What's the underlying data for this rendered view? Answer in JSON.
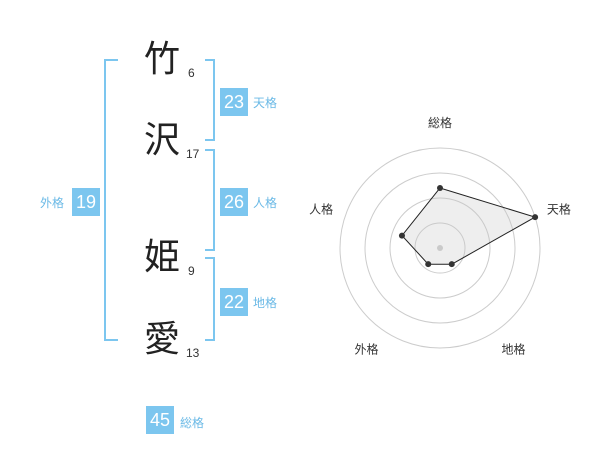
{
  "name": {
    "chars": [
      {
        "char": "竹",
        "strokes": "6"
      },
      {
        "char": "沢",
        "strokes": "17"
      },
      {
        "char": "姫",
        "strokes": "9"
      },
      {
        "char": "愛",
        "strokes": "13"
      }
    ]
  },
  "kaku": {
    "tenkaku": {
      "value": "23",
      "label": "天格"
    },
    "jinkaku": {
      "value": "26",
      "label": "人格"
    },
    "chikaku": {
      "value": "22",
      "label": "地格"
    },
    "gaikaku": {
      "value": "19",
      "label": "外格"
    },
    "soukaku": {
      "value": "45",
      "label": "総格"
    }
  },
  "colors": {
    "accent": "#7cc6ef",
    "bracket": "#7cc6ef",
    "label": "#6ab9e6"
  },
  "chart_data": {
    "type": "radar",
    "axes": [
      "総格",
      "天格",
      "地格",
      "外格",
      "人格"
    ],
    "values": [
      3,
      5,
      1,
      1,
      2
    ],
    "rings": 4,
    "max": 5
  }
}
